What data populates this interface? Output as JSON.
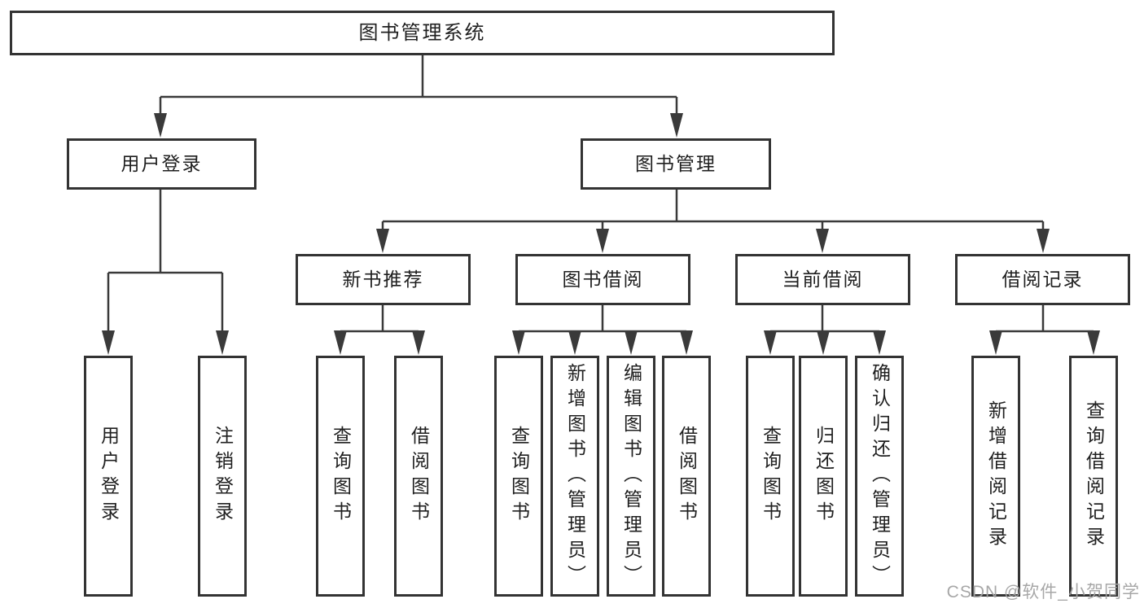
{
  "colors": {
    "line": "#3a3a3a",
    "box_border": "#333333",
    "text": "#1f1f1f",
    "background": "#ffffff",
    "watermark": "#a3a3a3"
  },
  "tree": {
    "label": "图书管理系统",
    "children": [
      {
        "label": "用户登录",
        "children": [
          {
            "label": "用户登录"
          },
          {
            "label": "注销登录"
          }
        ]
      },
      {
        "label": "图书管理",
        "children": [
          {
            "label": "新书推荐",
            "children": [
              {
                "label": "查询图书"
              },
              {
                "label": "借阅图书"
              }
            ]
          },
          {
            "label": "图书借阅",
            "children": [
              {
                "label": "查询图书"
              },
              {
                "label": "新增图书（管理员）"
              },
              {
                "label": "编辑图书（管理员）"
              },
              {
                "label": "借阅图书"
              }
            ]
          },
          {
            "label": "当前借阅",
            "children": [
              {
                "label": "查询图书"
              },
              {
                "label": "归还图书"
              },
              {
                "label": "确认归还（管理员）"
              }
            ]
          },
          {
            "label": "借阅记录",
            "children": [
              {
                "label": "新增借阅记录"
              },
              {
                "label": "查询借阅记录"
              }
            ]
          }
        ]
      }
    ]
  },
  "watermark": {
    "text": "CSDN @软件_小贺同学"
  }
}
